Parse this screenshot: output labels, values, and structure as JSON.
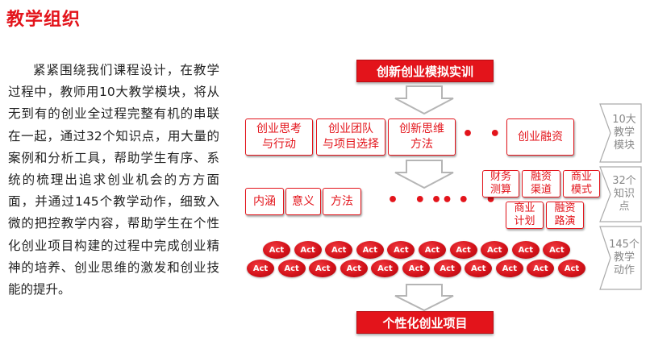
{
  "page_title": "教学组织",
  "intro_text": "紧紧围绕我们课程设计，在教学过程中，教师用10大教学模块，将从无到有的创业全过程完整有机的串联在一起，通过32个知识点，用大量的案例和分析工具，帮助学生有序、系统的梳理出追求创业机会的方方面面，并通过145个教学动作，细致入微的把控教学内容，帮助学生在个性化创业项目构建的过程中完成创业精神的培养、创业思维的激发和创业技能的提升。",
  "top_banner": "创新创业模拟实训",
  "modules": [
    "创业思考\n与行动",
    "创业团队\n与项目选择",
    "创新思维\n方法",
    "创业融资"
  ],
  "knowledge_points": [
    "内涵",
    "意义",
    "方法"
  ],
  "finance_items": [
    "财务\n测算",
    "融资\n渠道",
    "商业\n模式",
    "商业\n计划",
    "融资\n路演"
  ],
  "ellipsis": "• • •",
  "act_label": "Act",
  "act_rows": [
    10,
    11
  ],
  "bottom_banner": "个性化创业项目",
  "side_labels": [
    "10大\n教学\n模块",
    "32个\n知识\n点",
    "145个\n教学\n动作"
  ],
  "colors": {
    "accent": "#e3141b",
    "side_gray": "#888888"
  }
}
